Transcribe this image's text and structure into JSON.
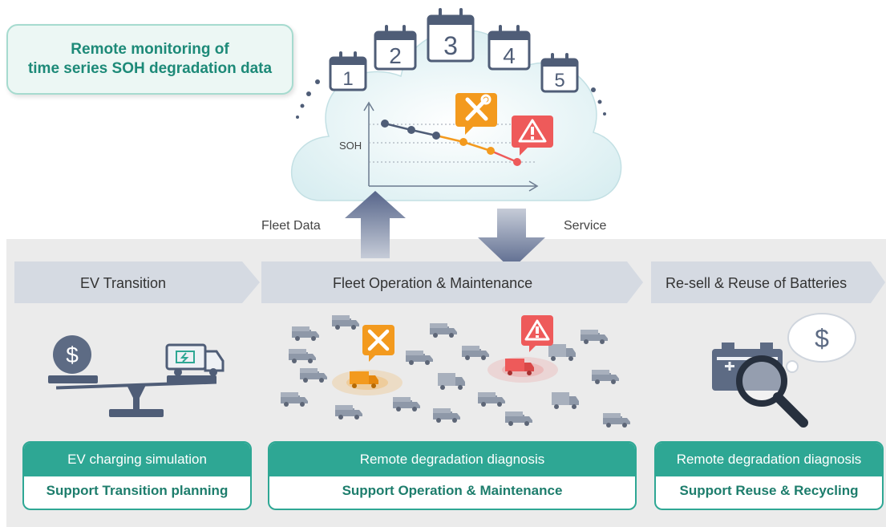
{
  "callout": {
    "text": "Remote monitoring of\ntime series SOH degradation data"
  },
  "calendar_days": [
    "1",
    "2",
    "3",
    "4",
    "5"
  ],
  "chart": {
    "y_axis_label": "SOH"
  },
  "flows": {
    "up_label": "Fleet Data",
    "down_label": "Service"
  },
  "stages": [
    {
      "label": "EV Transition"
    },
    {
      "label": "Fleet Operation & Maintenance"
    },
    {
      "label": "Re-sell & Reuse of Batteries"
    }
  ],
  "cards": [
    {
      "title": "EV charging simulation",
      "subtitle": "Support Transition planning"
    },
    {
      "title": "Remote degradation diagnosis",
      "subtitle": "Support Operation & Maintenance"
    },
    {
      "title": "Remote degradation diagnosis",
      "subtitle": "Support Reuse & Recycling"
    }
  ],
  "icons": {
    "money": "$",
    "resell_bubble": "$",
    "tool": "wrench-screwdriver-icon",
    "alert": "warning-icon"
  },
  "colors": {
    "teal": "#2ea794",
    "orange": "#f39a1e",
    "red": "#ee5a5a",
    "slate": "#4f5d77",
    "gray_truck": "#9aa3af"
  }
}
